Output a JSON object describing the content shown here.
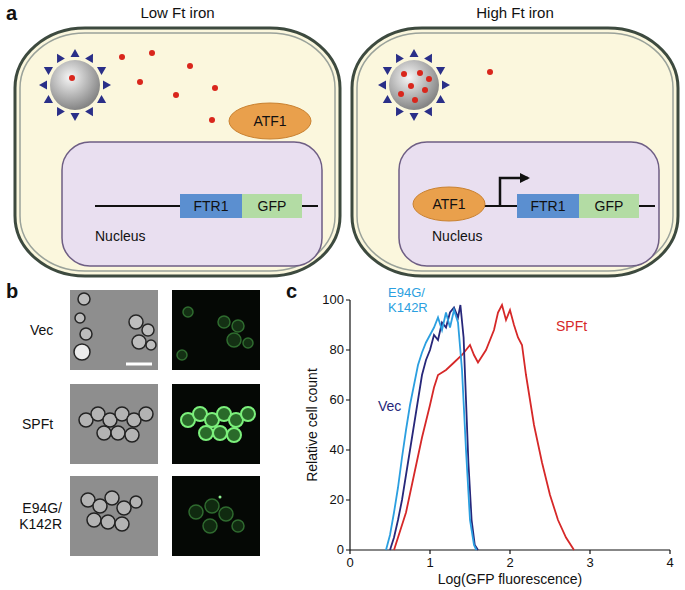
{
  "diagram": {
    "nodes": [
      {
        "text": [
          "Low Ft iron"
        ]
      },
      {
        "text": [
          "ATF1"
        ],
        "in": 0
      },
      {
        "text": [
          "Nucleus"
        ],
        "in": 0
      },
      {
        "text": [
          "FTR1"
        ],
        "in": 2
      },
      {
        "text": [
          "GFP"
        ],
        "in": 2
      },
      {
        "text": [
          "High Ft iron"
        ]
      },
      {
        "text": [
          "Nucleus"
        ],
        "in": 5
      },
      {
        "text": [
          "ATF1"
        ],
        "in": 6
      },
      {
        "text": [
          "FTR1"
        ],
        "in": 6
      },
      {
        "text": [
          "GFP"
        ],
        "in": 6
      }
    ],
    "labels": [
      "a",
      "b",
      "Vec",
      "SPFt",
      "E94G/ K142R",
      "c",
      "Relative cell count",
      "100",
      "80",
      "60",
      "40",
      "20",
      "0",
      "0",
      "1",
      "2",
      "3",
      "4",
      "Log(GFP fluorescence)",
      "E94G/ K142R",
      "Vec",
      "SPFt"
    ]
  }
}
